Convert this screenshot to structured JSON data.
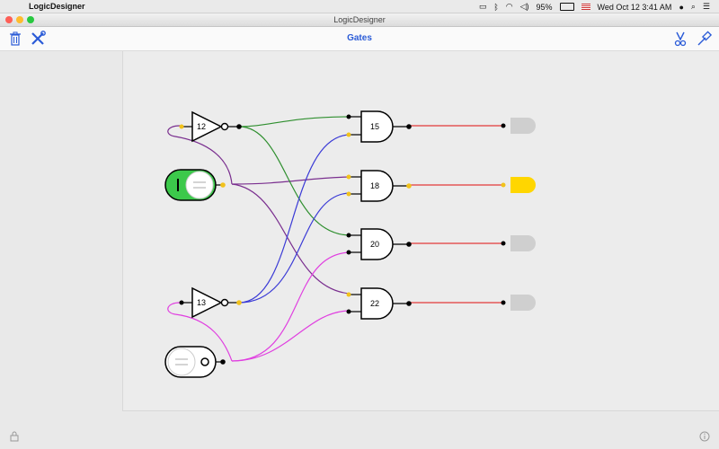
{
  "menubar": {
    "app_name": "LogicDesigner",
    "battery": "95%",
    "clock": "Wed Oct 12  3:41 AM"
  },
  "window": {
    "title": "LogicDesigner",
    "traffic_colors": [
      "#fe5f57",
      "#febc2e",
      "#28c840"
    ]
  },
  "toolbar": {
    "title": "Gates",
    "left_icons": [
      "trash-icon",
      "tools-icon"
    ],
    "right_icons": [
      "wire-cutter-icon",
      "probe-icon"
    ]
  },
  "circuit": {
    "not_gates": [
      {
        "label": "12"
      },
      {
        "label": "13"
      }
    ],
    "switches": [
      {
        "state": "on",
        "color": "#3cc94b"
      },
      {
        "state": "off",
        "color": "#ffffff"
      }
    ],
    "and_gates": [
      {
        "label": "15"
      },
      {
        "label": "18"
      },
      {
        "label": "20"
      },
      {
        "label": "22"
      }
    ],
    "lamps": [
      {
        "state": "off"
      },
      {
        "state": "on",
        "color": "#ffd600"
      },
      {
        "state": "off"
      },
      {
        "state": "off"
      }
    ],
    "wire_colors": {
      "green": "#2f8f2f",
      "purple": "#7a2f8f",
      "blue": "#3b3bd6",
      "magenta": "#e040e0",
      "red": "#e23a3a"
    }
  },
  "footer": {
    "lock_icon": "lock-icon",
    "info_icon": "info-icon"
  }
}
